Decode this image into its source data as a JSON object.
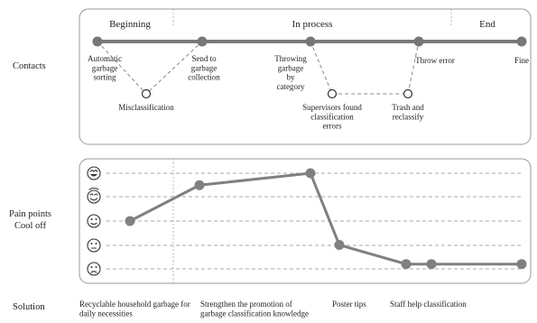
{
  "journey": {
    "row_label": "Contacts",
    "phases": [
      {
        "label": "Beginning"
      },
      {
        "label": "In process"
      },
      {
        "label": "End"
      }
    ],
    "main_steps": [
      {
        "label": "Automatic garbage sorting"
      },
      {
        "label": "Send to garbage collection"
      },
      {
        "label": "Throwing garbage by category"
      },
      {
        "label": "Throw error"
      },
      {
        "label": "Fine"
      }
    ],
    "branch_steps": [
      {
        "label": "Misclassification"
      },
      {
        "label": "Supervisors found classification errors"
      },
      {
        "label": "Trash and reclassify"
      }
    ],
    "colors": {
      "main_line": "#7a7a7a",
      "node": "#777777",
      "frame": "#999999"
    }
  },
  "emotion": {
    "row_label_line1": "Pain points",
    "row_label_line2": "Cool off",
    "levels": [
      {
        "icon": "laughing-face-icon"
      },
      {
        "icon": "smiling-face-icon"
      },
      {
        "icon": "neutral-face-icon"
      },
      {
        "icon": "slightly-unhappy-face-icon"
      },
      {
        "icon": "unhappy-face-icon"
      }
    ],
    "curve_levels": [
      2,
      3.5,
      4,
      1,
      0.2,
      0.2,
      0.2
    ],
    "line_color": "#808080"
  },
  "solution": {
    "row_label": "Solution",
    "items": [
      {
        "text": "Recyclable household garbage for daily necessities"
      },
      {
        "text": "Strengthen the promotion of garbage classification knowledge"
      },
      {
        "text": "Poster tips"
      },
      {
        "text": "Staff help classification"
      }
    ]
  }
}
